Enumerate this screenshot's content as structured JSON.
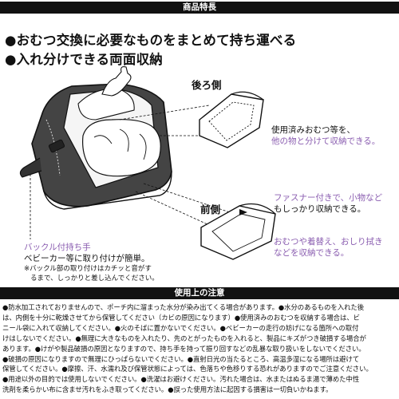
{
  "header": {
    "features_title": "商品特長",
    "caution_title": "使用上の注意"
  },
  "features": [
    "●おむつ交換に必要なものをまとめて持ち運べる",
    "●入れ分けできる両面収納"
  ],
  "back_side": {
    "title": "後ろ側",
    "line1": "使用済みおむつ等を、",
    "line2": "他の物と分けて収納できる。"
  },
  "front_side": {
    "title": "前側",
    "line1": "ファスナー付きで、小物など",
    "line2": "もしっかり収納できる。",
    "line3": "おむつや着替え、おしり拭き",
    "line4": "などを収納できる。"
  },
  "buckle": {
    "title": "バックル付持ち手",
    "line1": "ベビーカー等に取り付けが簡単。",
    "note1": "※バックル部の取り付けはカチッと音がす",
    "note2": "るまで、しっかりと差し込んでください。"
  },
  "caution_lines": [
    "●防水加工されておりませんので、ポーチ内に溜まった水分が染み出てくる場合があります。●水分のあるものを入れた後",
    "は、内側を十分に乾燥させてから保管してください（カビの原因になります）●使用済みのおむつを収納する場合は、ビ",
    "ニール袋に入れて収納してください。●火のそばに置かないでください。●ベビーカーの走行の妨げになる箇所への取付",
    "けはしないでください。●無理に大きなものを入れたり、先のとがったものを入れると、製品にキズがつき破損する場合が",
    "あります。●けがや製品破損の原因となりますので、持ち手を持って振り回すなどの乱暴な取り扱いをしないでください。",
    "●破損の原因になりますので無理にひっぱらないでください。●直射日光の当たるところ、高温多湿になる場所は避けて",
    "保管してください。●摩擦、汗、水濡れ及び保管状態によっては、色落ちや色移りする恐れがありますのでご注意ください。",
    "●用途以外の目的では使用しないでください。●洗濯はお避けください。汚れた場合は、水またはぬるま湯で薄めた中性",
    "洗剤を柔らかい布に含ませ汚れをふき取ってください。●誤った使用方法に起因する損害は一切負いかねます。"
  ],
  "colors": {
    "accent_purple": "#8a5db0",
    "header_bg": "#111111"
  }
}
